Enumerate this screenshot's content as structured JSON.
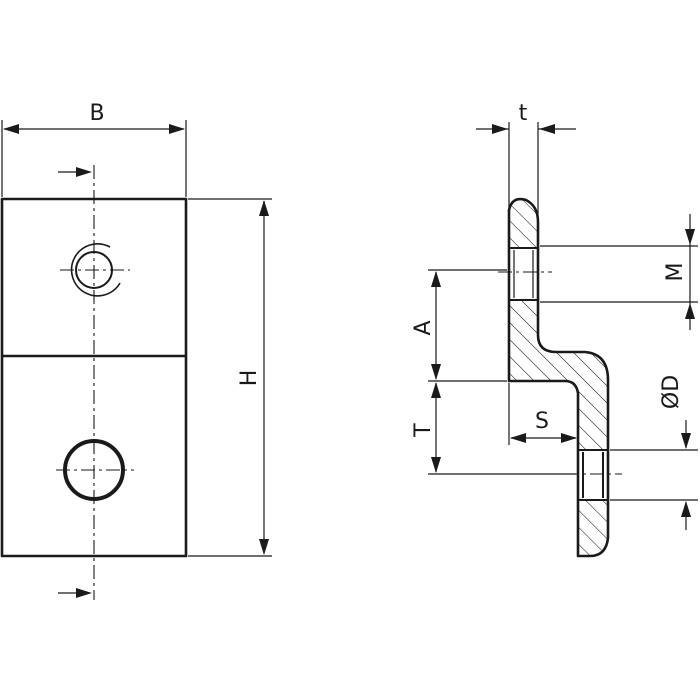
{
  "dimensions": {
    "width": "B",
    "height": "H",
    "thickness": "t",
    "thread": "M",
    "offset_a": "A",
    "offset_t": "T",
    "step": "S",
    "hole_diameter": "ØD"
  },
  "colors": {
    "stroke": "#1a1a1a",
    "background": "#ffffff"
  }
}
